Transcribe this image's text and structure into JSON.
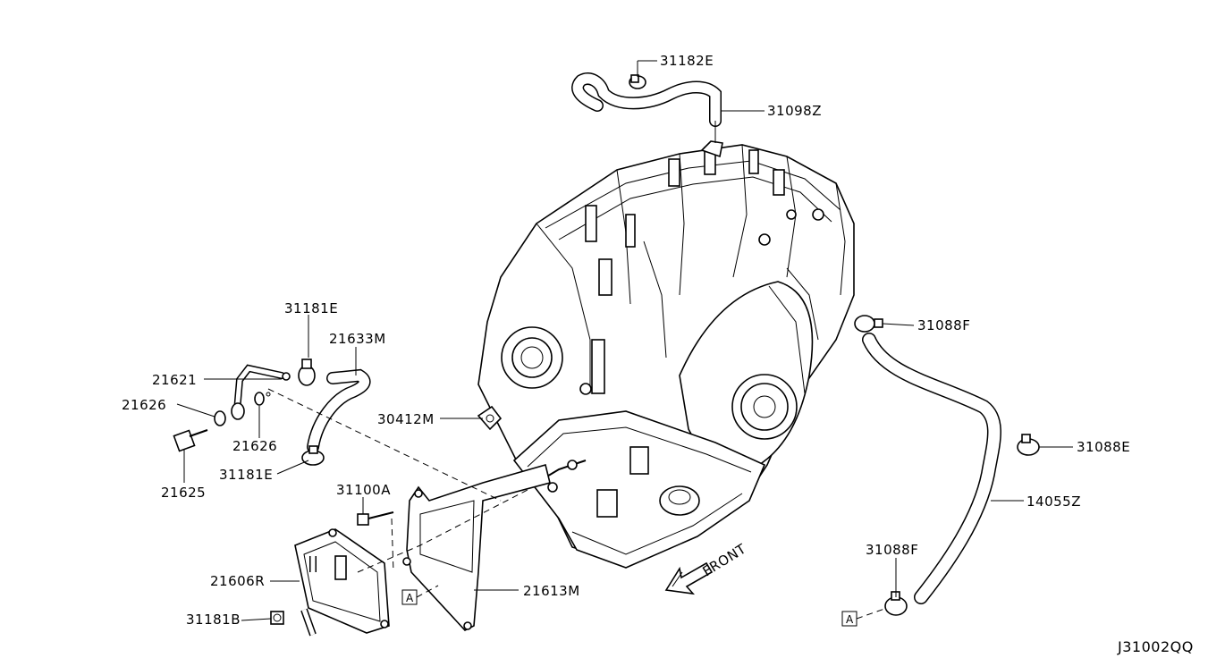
{
  "labels": {
    "p31182E": "31182E",
    "p31098Z": "31098Z",
    "p31181E_top": "31181E",
    "p21633M": "21633M",
    "p21621": "21621",
    "p21626_left": "21626",
    "p21626_mid": "21626",
    "p30412M": "30412M",
    "p31181E_low": "31181E",
    "p21625": "21625",
    "p31100A": "31100A",
    "p21606R": "21606R",
    "p31181B": "31181B",
    "p21613M": "21613M",
    "p31088F_top": "31088F",
    "p31088E": "31088E",
    "p14055Z": "14055Z",
    "p31088F_low": "31088F"
  },
  "front_label": "FRONT",
  "ref_marker": "A",
  "diagram_code": "J31002QQ"
}
